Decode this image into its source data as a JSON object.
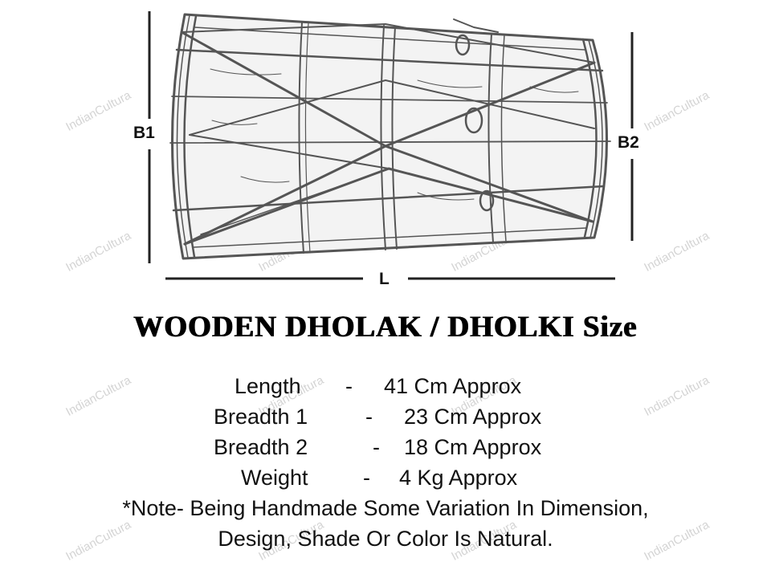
{
  "watermark_text": "IndianCultura",
  "dimension_labels": {
    "b1": "B1",
    "b2": "B2",
    "l": "L"
  },
  "title": "WOODEN  DHOLAK / DHOLKI Size",
  "specs": [
    {
      "label": "Length",
      "value": "41 Cm Approx"
    },
    {
      "label": "Breadth 1",
      "value": "23 Cm Approx"
    },
    {
      "label": "Breadth 2",
      "value": "18 Cm Approx"
    },
    {
      "label": "Weight",
      "value": "4 Kg Approx"
    }
  ],
  "separator": "-",
  "note": [
    "*Note- Being Handmade Some Variation In Dimension,",
    "Design, Shade Or Color Is Natural."
  ],
  "colors": {
    "ink": "#111111",
    "sketch": "#555555",
    "watermark": "#d4d4d4"
  }
}
